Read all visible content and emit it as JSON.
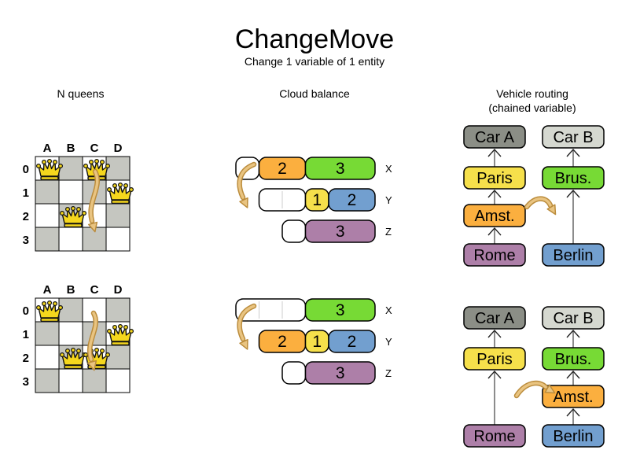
{
  "title": "ChangeMove",
  "subtitle": "Change 1 variable of 1 entity",
  "sections": {
    "nqueens": {
      "label": "N queens"
    },
    "cloud": {
      "label": "Cloud balance"
    },
    "vrp": {
      "label": "Vehicle routing",
      "sublabel": "(chained variable)"
    }
  },
  "colors": {
    "orange": "#fbaf3f",
    "green": "#77da35",
    "yellow": "#f6e04b",
    "blue": "#729fcf",
    "purple": "#ad7fa8",
    "dark_gray": "#8b8e86",
    "light_gray": "#d5d8d0",
    "board_gray": "#c5c6c0",
    "queen_yellow": "#f5d71d",
    "arrow_fill": "#e9c481",
    "arrow_stroke": "#bb8c3c",
    "chain_line": "#666666",
    "chevron": "#222222",
    "black": "#000000",
    "white": "#ffffff"
  },
  "nqueens": {
    "col_labels": [
      "A",
      "B",
      "C",
      "D"
    ],
    "row_labels": [
      "0",
      "1",
      "2",
      "3"
    ],
    "diagrams": [
      {
        "name": "before",
        "queens": [
          [
            0,
            0
          ],
          [
            2,
            0
          ],
          [
            3,
            1
          ],
          [
            1,
            2
          ]
        ],
        "move": {
          "entity": "queen C",
          "from": "C0",
          "to": "C2"
        }
      },
      {
        "name": "after",
        "queens": [
          [
            0,
            0
          ],
          [
            3,
            1
          ],
          [
            1,
            2
          ],
          [
            2,
            2
          ]
        ],
        "move": {
          "entity": "queen C",
          "from": "C0",
          "to": "C2"
        }
      }
    ]
  },
  "cloud": {
    "diagrams": [
      {
        "name": "before",
        "rows": [
          {
            "label": "X",
            "segments": [
              {
                "empty": 1
              },
              {
                "value": "2",
                "units": 2,
                "color": "orange"
              },
              {
                "value": "3",
                "units": 3,
                "color": "green"
              }
            ]
          },
          {
            "label": "Y",
            "segments": [
              {
                "empty": 2
              },
              {
                "value": "1",
                "units": 1,
                "color": "yellow"
              },
              {
                "value": "2",
                "units": 2,
                "color": "blue"
              }
            ]
          },
          {
            "label": "Z",
            "segments": [
              {
                "empty": 1
              },
              {
                "value": "3",
                "units": 3,
                "color": "purple"
              }
            ]
          }
        ],
        "move": {
          "process": "2",
          "from": "X",
          "to": "Y"
        }
      },
      {
        "name": "after",
        "rows": [
          {
            "label": "X",
            "segments": [
              {
                "empty": 3
              },
              {
                "value": "3",
                "units": 3,
                "color": "green"
              }
            ]
          },
          {
            "label": "Y",
            "segments": [
              {
                "value": "2",
                "units": 2,
                "color": "orange"
              },
              {
                "value": "1",
                "units": 1,
                "color": "yellow"
              },
              {
                "value": "2",
                "units": 2,
                "color": "blue"
              }
            ]
          },
          {
            "label": "Z",
            "segments": [
              {
                "empty": 1
              },
              {
                "value": "3",
                "units": 3,
                "color": "purple"
              }
            ]
          }
        ],
        "move": {
          "process": "2",
          "from": "X",
          "to": "Y"
        }
      }
    ]
  },
  "vrp": {
    "diagrams": [
      {
        "name": "before",
        "chains": [
          {
            "nodes": [
              {
                "label": "Car A",
                "color": "dark_gray",
                "slot": 0
              },
              {
                "label": "Paris",
                "color": "yellow",
                "slot": 1
              },
              {
                "label": "Amst.",
                "color": "orange",
                "slot": 2
              },
              {
                "label": "Rome",
                "color": "purple",
                "slot": 3
              }
            ]
          },
          {
            "nodes": [
              {
                "label": "Car B",
                "color": "light_gray",
                "slot": 0
              },
              {
                "label": "Brus.",
                "color": "green",
                "slot": 1
              },
              {
                "label": "Berlin",
                "color": "blue",
                "slot": 3
              }
            ]
          }
        ],
        "move": {
          "customer": "Amst.",
          "from": "Car A chain",
          "to": "Car B chain"
        }
      },
      {
        "name": "after",
        "chains": [
          {
            "nodes": [
              {
                "label": "Car A",
                "color": "dark_gray",
                "slot": 0
              },
              {
                "label": "Paris",
                "color": "yellow",
                "slot": 1
              },
              {
                "label": "Rome",
                "color": "purple",
                "slot": 3
              }
            ]
          },
          {
            "nodes": [
              {
                "label": "Car B",
                "color": "light_gray",
                "slot": 0
              },
              {
                "label": "Brus.",
                "color": "green",
                "slot": 1
              },
              {
                "label": "Amst.",
                "color": "orange",
                "slot": 2
              },
              {
                "label": "Berlin",
                "color": "blue",
                "slot": 3
              }
            ]
          }
        ],
        "move": {
          "customer": "Amst.",
          "from": "Car A chain",
          "to": "Car B chain"
        }
      }
    ]
  }
}
